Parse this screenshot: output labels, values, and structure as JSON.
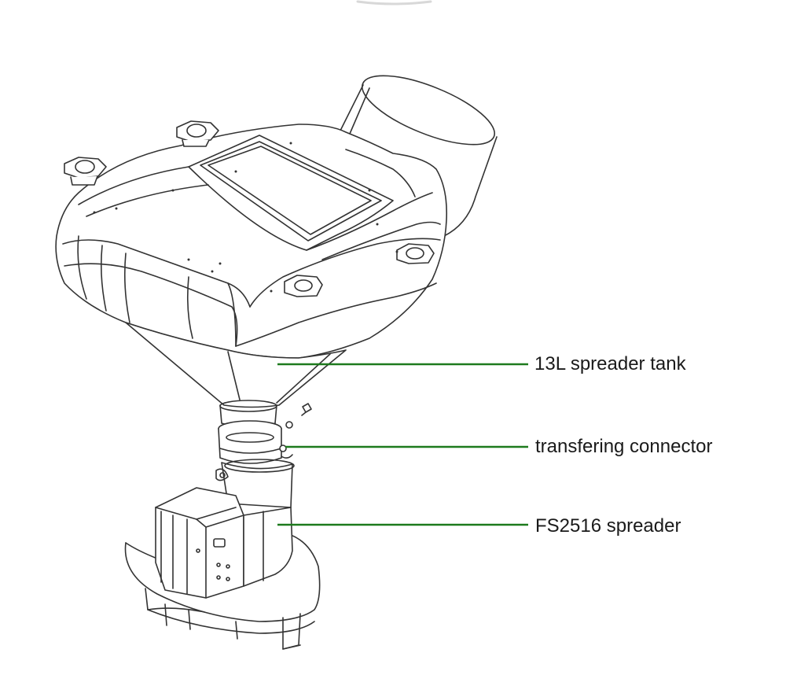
{
  "labels": {
    "tank": "13L spreader tank",
    "connector": "transfering connector",
    "spreader": "FS2516 spreader"
  },
  "colors": {
    "leader_line": "#1d7a1d",
    "outline": "#333333"
  }
}
